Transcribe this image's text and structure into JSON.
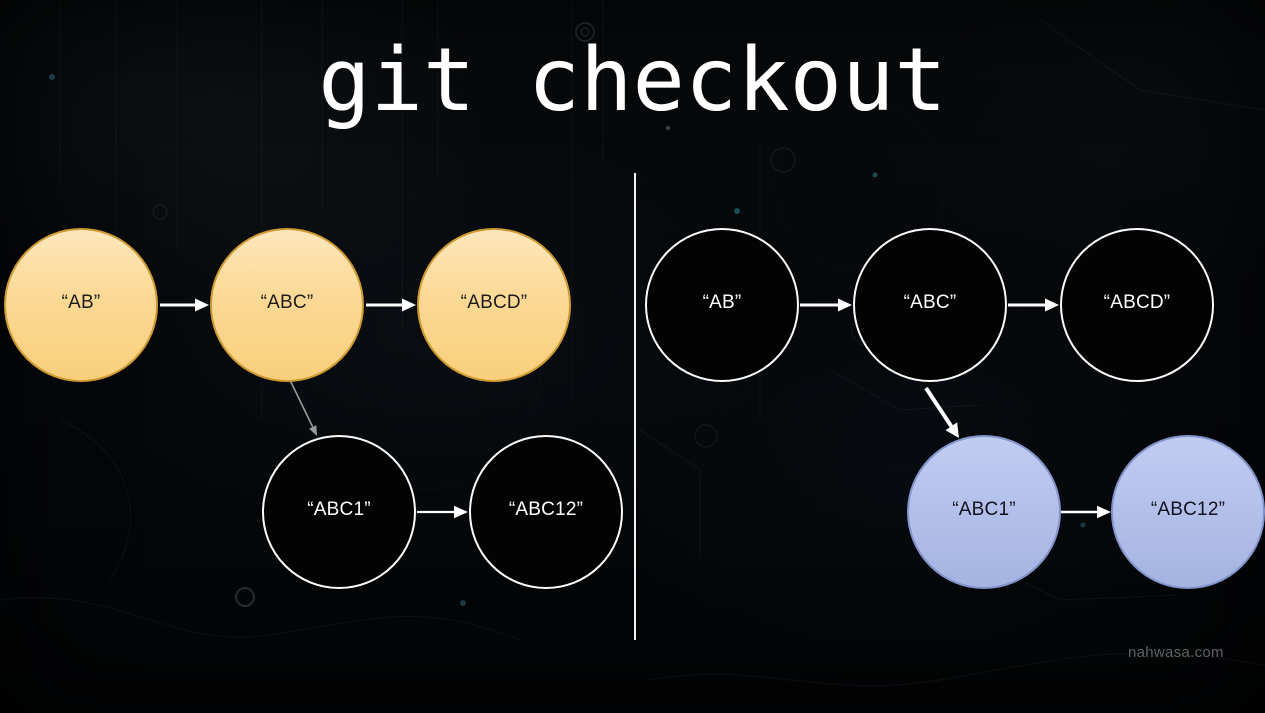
{
  "title": "git checkout",
  "watermark": "nahwasa.com",
  "colors": {
    "background": "#05070a",
    "title_text": "#ffffff",
    "divider": "#f2f2f2",
    "highlight_orange_fill": "#fbd893",
    "highlight_orange_border": "#cf9a31",
    "plain_dark_fill": "#030303",
    "plain_dark_border": "#fbfbfb",
    "highlight_blue_fill": "#b2c0e9",
    "highlight_blue_border": "#8294ca",
    "arrow_white": "#ffffff",
    "arrow_gray": "#9a9a9a"
  },
  "left_diagram": {
    "top_nodes": [
      {
        "label": "“AB”",
        "style": "highlight-orange"
      },
      {
        "label": "“ABC”",
        "style": "highlight-orange"
      },
      {
        "label": "“ABCD”",
        "style": "highlight-orange"
      }
    ],
    "bottom_nodes": [
      {
        "label": "“ABC1”",
        "style": "plain-dark"
      },
      {
        "label": "“ABC12”",
        "style": "plain-dark"
      }
    ]
  },
  "right_diagram": {
    "top_nodes": [
      {
        "label": "“AB”",
        "style": "plain-dark"
      },
      {
        "label": "“ABC”",
        "style": "plain-dark"
      },
      {
        "label": "“ABCD”",
        "style": "plain-dark"
      }
    ],
    "bottom_nodes": [
      {
        "label": "“ABC1”",
        "style": "highlight-blue"
      },
      {
        "label": "“ABC12”",
        "style": "highlight-blue"
      }
    ]
  }
}
